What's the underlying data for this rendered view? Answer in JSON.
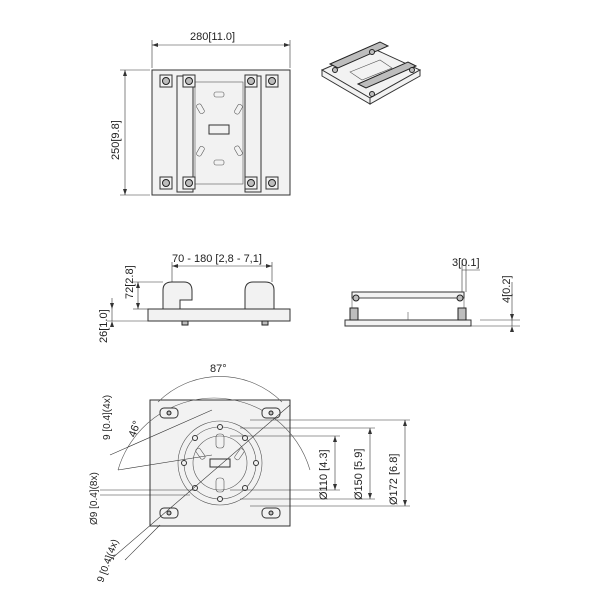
{
  "dimensions": {
    "top_width": "280",
    "top_width_in": "11.0",
    "top_height": "250",
    "top_height_in": "9.8",
    "clamp_range": "70 - 180",
    "clamp_range_in": "2,8 - 7,1",
    "clamp_height": "72",
    "clamp_height_in": "2.8",
    "base_height": "26",
    "base_height_in": "1.0",
    "right_small": "3",
    "right_small_in": "0.1",
    "right_height": "4",
    "right_height_in": "0.2",
    "angle_top": "87°",
    "angle_side": "46°",
    "slot_4x_top": "9",
    "slot_4x_top_in": "0.4",
    "slot_4x_top_count": "(4x)",
    "hole_8x": "9",
    "hole_8x_in": "0.4",
    "hole_8x_count": "(8x)",
    "slot_4x_bottom": "9",
    "slot_4x_bottom_in": "0.4",
    "slot_4x_bottom_count": "(4x)",
    "dia_110": "110",
    "dia_110_in": "4.3",
    "dia_150": "150",
    "dia_150_in": "5.9",
    "dia_172": "172",
    "dia_172_in": "6.8",
    "dia_symbol": "Ø"
  }
}
